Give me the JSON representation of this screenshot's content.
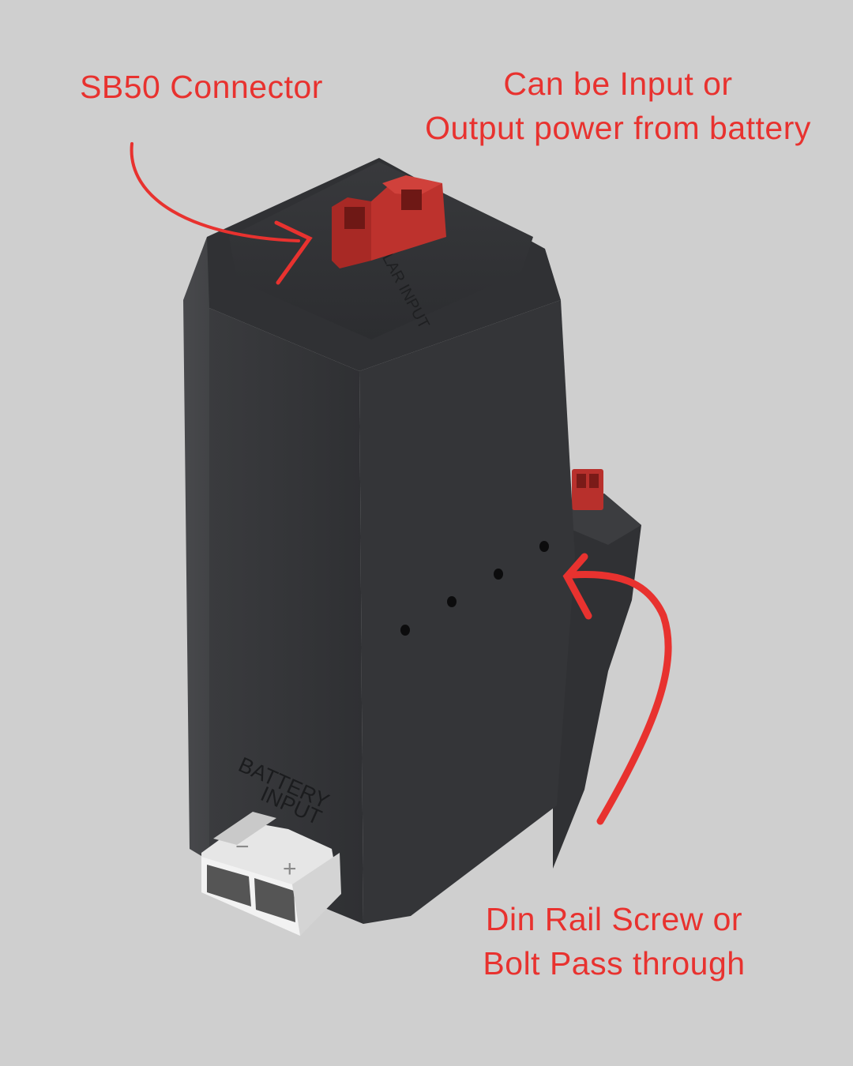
{
  "annotations": {
    "sb50": {
      "lines": [
        "SB50 Connector"
      ]
    },
    "io_power": {
      "lines": [
        "Can be Input or",
        "Output power from battery"
      ]
    },
    "din_rail": {
      "lines": [
        "Din Rail Screw or",
        "Bolt Pass through"
      ]
    }
  },
  "device": {
    "top_engraving": "SOLAR INPUT",
    "front_engraving_line1": "BATTERY",
    "front_engraving_line2": "INPUT",
    "minus_symbol": "−",
    "plus_symbol": "+"
  },
  "colors": {
    "background": "#cfcfcf",
    "annotation_red": "#e8322f",
    "housing": "#3a3b3d",
    "connector_red": "#b8302c",
    "connector_white": "#dedede"
  }
}
